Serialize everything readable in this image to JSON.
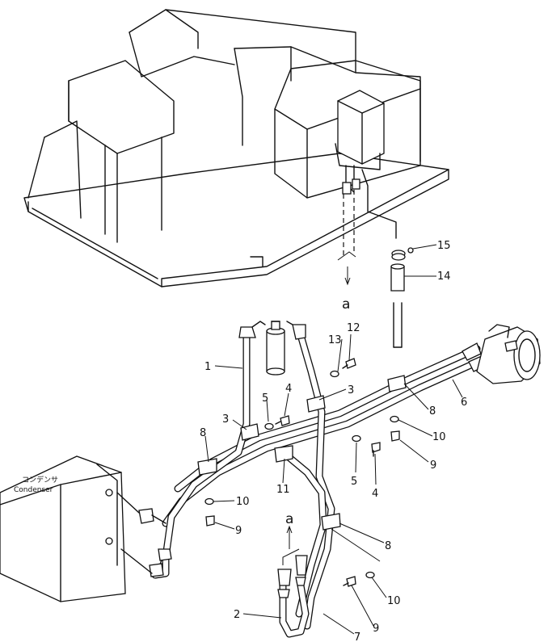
{
  "labels": {
    "p1": "1",
    "p2": "2",
    "p3a": "3",
    "p3b": "3",
    "p4a": "4",
    "p4b": "4",
    "p5a": "5",
    "p5b": "5",
    "p6": "6",
    "p7": "7",
    "p8a": "8",
    "p8b": "8",
    "p8c": "8",
    "p9a": "9",
    "p9b": "9",
    "p9c": "9",
    "p10a": "10",
    "p10b": "10",
    "p10c": "10",
    "p11": "11",
    "p12": "12",
    "p13": "13",
    "p14": "14",
    "p15": "15",
    "ref_a_top": "a",
    "ref_a_bottom": "a"
  },
  "condenser": {
    "label_jp": "コンデンサ",
    "label_en": "Condenser"
  }
}
